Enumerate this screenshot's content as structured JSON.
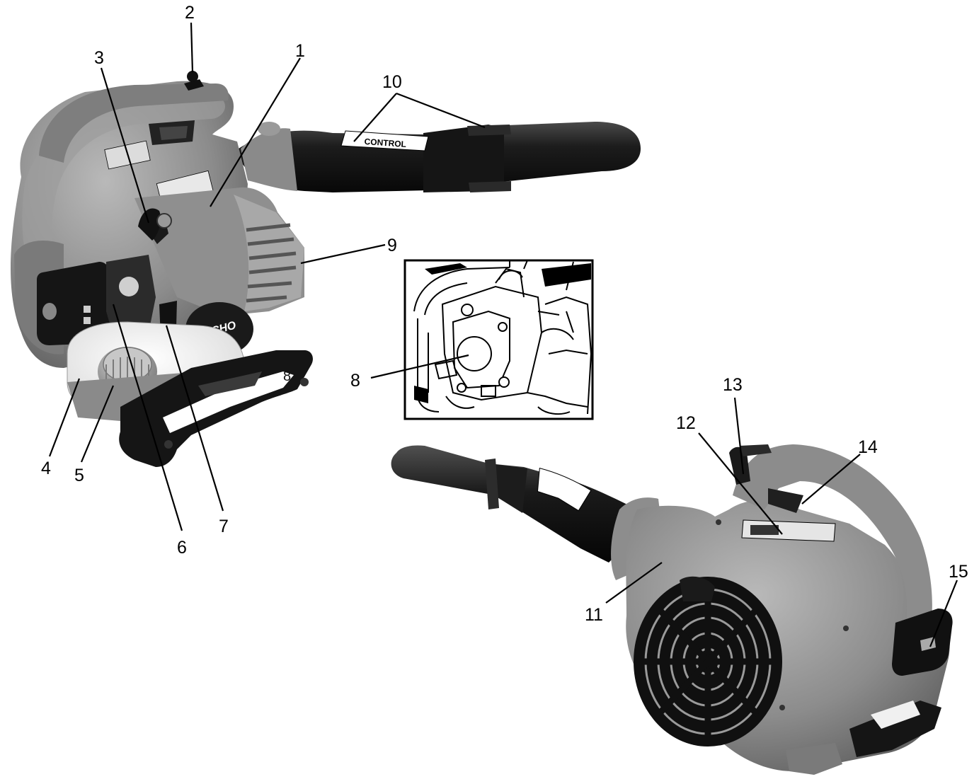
{
  "callouts": {
    "c1": "1",
    "c2": "2",
    "c3": "3",
    "c4": "4",
    "c5": "5",
    "c6": "6",
    "c7": "7",
    "c8": "8",
    "c9": "9",
    "c10": "10",
    "c11": "11",
    "c12": "12",
    "c13": "13",
    "c14": "14",
    "c15": "15"
  },
  "labels": {
    "tube_decal": "CONTROL",
    "engine_brand": "ECHO",
    "molded_8": "8"
  }
}
